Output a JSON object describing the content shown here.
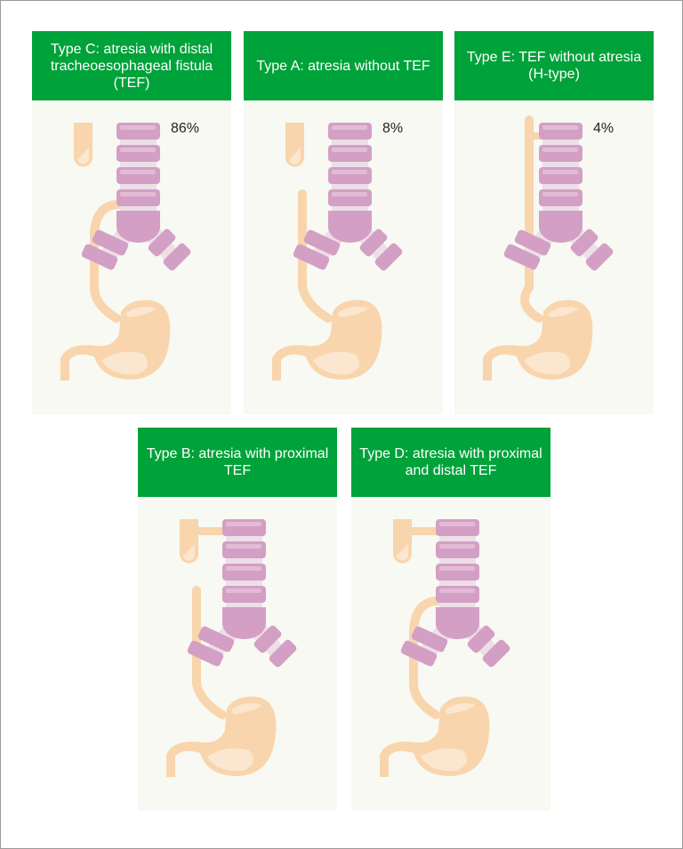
{
  "panels": [
    {
      "title": "Type C: atresia with distal tracheoesophageal fistula (TEF)",
      "percent": "86%",
      "variant": "C"
    },
    {
      "title": "Type A: atresia without TEF",
      "percent": "8%",
      "variant": "A"
    },
    {
      "title": "Type E: TEF without atresia (H-type)",
      "percent": "4%",
      "variant": "E"
    },
    {
      "title": "Type B: atresia with proximal TEF",
      "variant": "B"
    },
    {
      "title": "Type D: atresia with proximal and distal TEF",
      "variant": "D"
    }
  ],
  "colors": {
    "header": "#00a23a",
    "esophagus": "#f8d5ac",
    "trachea": "#d49fc4",
    "panel_bg": "#f7f9f2"
  }
}
